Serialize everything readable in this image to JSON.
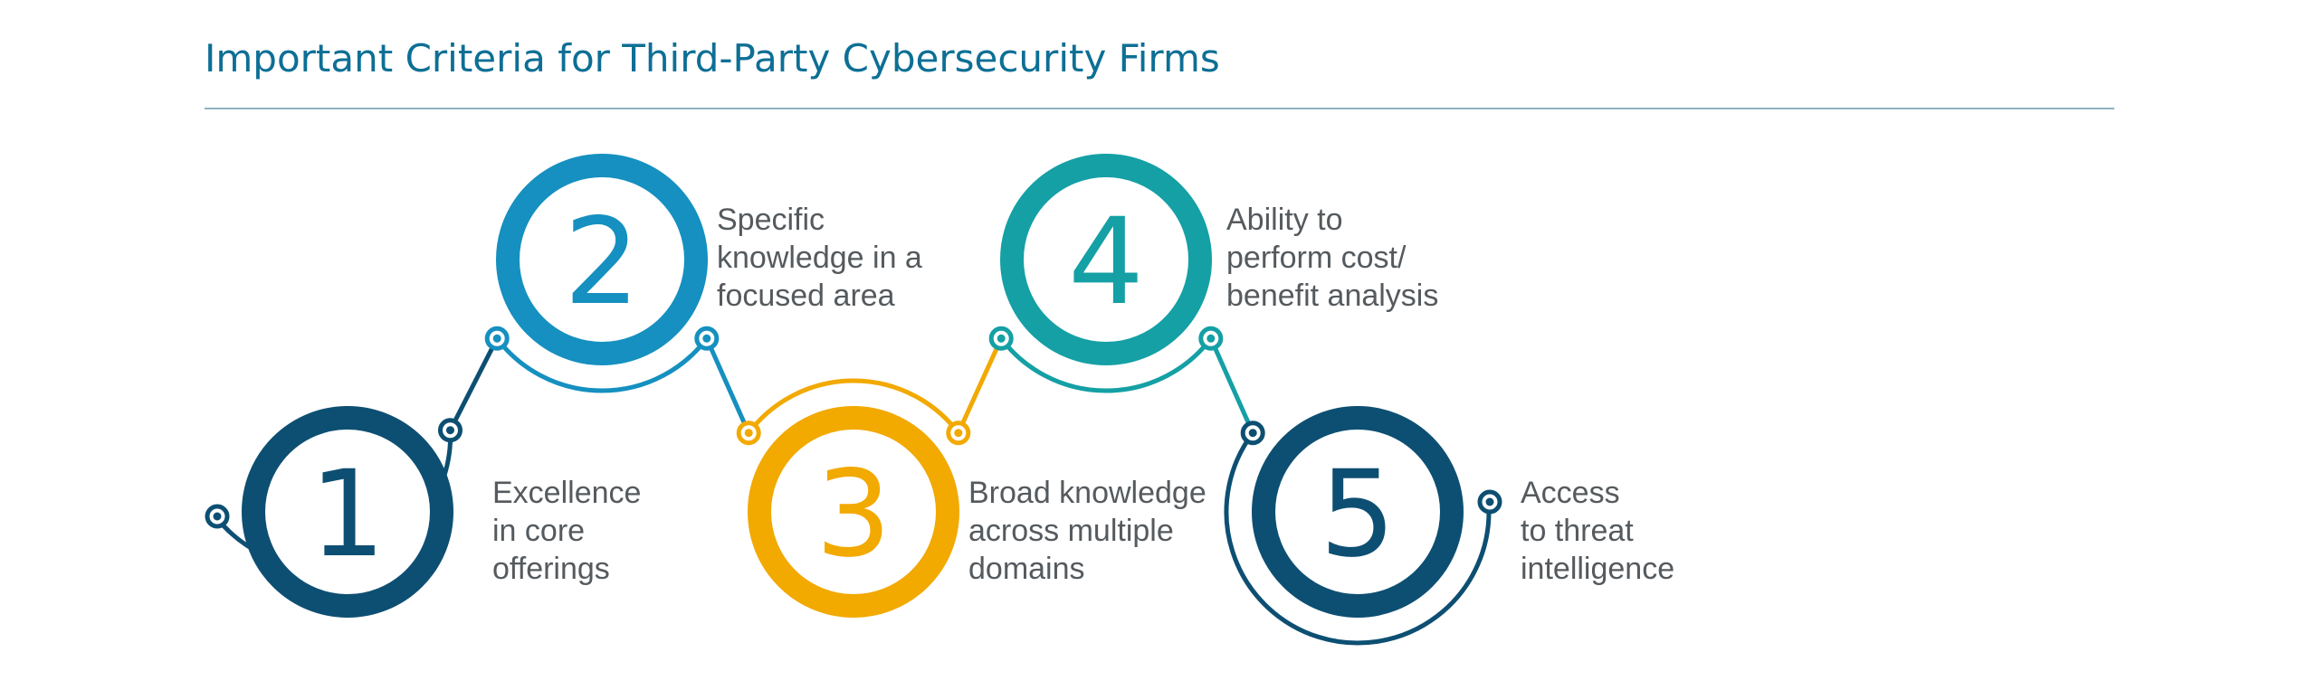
{
  "title": "Important Criteria for Third-Party Cybersecurity Firms",
  "colors": {
    "title": "#0d6f95",
    "rule": "#8fb2bf",
    "text": "#555a5e",
    "dark_blue": "#0d4f72",
    "bright_blue": "#1590c0",
    "gold": "#f2a900",
    "teal": "#14a0a5"
  },
  "steps": [
    {
      "number": "1",
      "color": "#0d4f72",
      "lines": [
        "Excellence",
        "in core",
        "offerings"
      ]
    },
    {
      "number": "2",
      "color": "#1590c0",
      "lines": [
        "Specific",
        "knowledge in a",
        "focused area"
      ]
    },
    {
      "number": "3",
      "color": "#f2a900",
      "lines": [
        "Broad knowledge",
        "across multiple",
        "domains"
      ]
    },
    {
      "number": "4",
      "color": "#14a0a5",
      "lines": [
        "Ability to",
        "perform cost/",
        "benefit analysis"
      ]
    },
    {
      "number": "5",
      "color": "#0d4f72",
      "lines": [
        "Access",
        "to threat",
        "intelligence"
      ]
    }
  ]
}
